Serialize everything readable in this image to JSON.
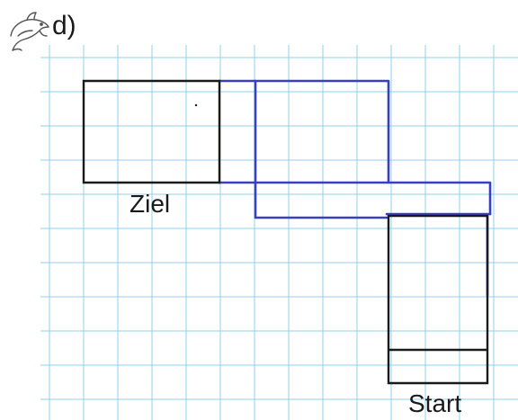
{
  "task": {
    "label": "d)",
    "icon": "dolphin-icon"
  },
  "grid": {
    "line_color": "#8fd0ea",
    "paper_color": "#ffffff"
  },
  "shapes": {
    "ziel_label": "Ziel",
    "start_label": "Start",
    "original_color": "#1a1a1a",
    "drawn_color": "#3a3fc0"
  }
}
